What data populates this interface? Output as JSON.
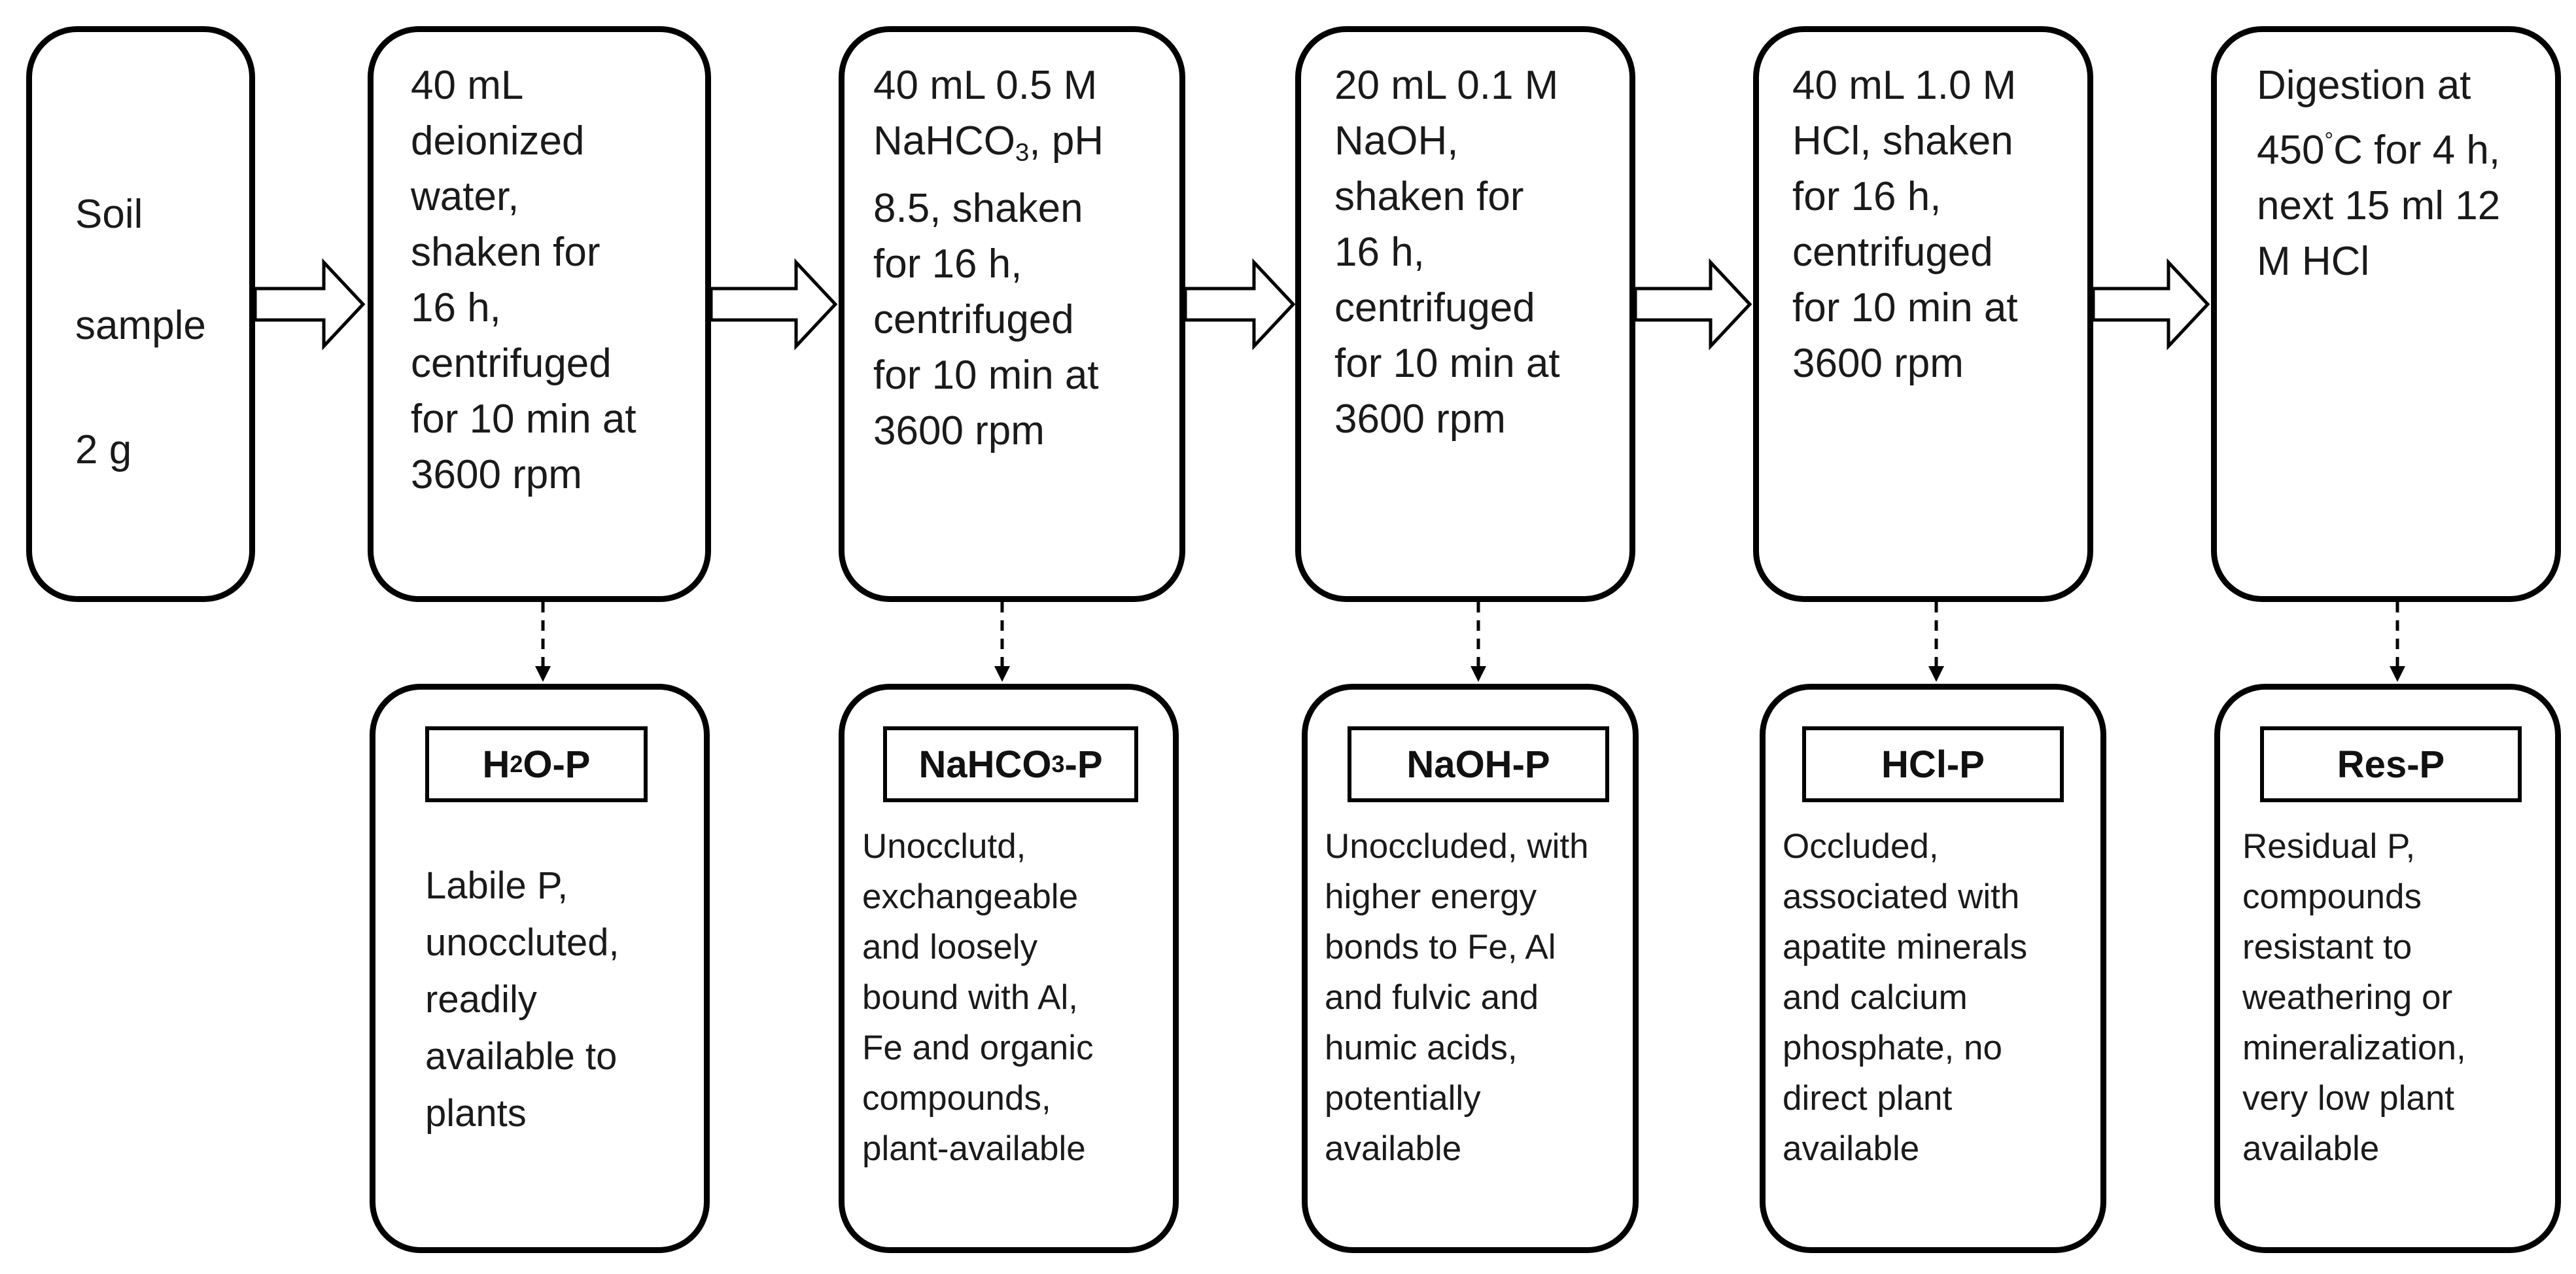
{
  "steps": [
    {
      "id": "soil",
      "lines": {
        "a": "Soil",
        "b": "sample",
        "c": "2 g"
      }
    },
    {
      "id": "water",
      "text": "40 mL\ndeionized\nwater,\nshaken for\n16 h,\ncentrifuged\nfor 10 min at\n3600 rpm"
    },
    {
      "id": "nahco3",
      "t1": "40 mL  0.5 M\nNaHCO",
      "sub": "3",
      "t2": ", pH\n8.5, shaken\nfor 16 h,\ncentrifuged\nfor 10 min at\n3600 rpm"
    },
    {
      "id": "naoh",
      "text": "20 mL  0.1 M\nNaOH,\nshaken for\n16 h,\ncentrifuged\nfor 10 min at\n3600 rpm"
    },
    {
      "id": "hcl",
      "text": "40 mL  1.0 M\nHCl, shaken\nfor 16 h,\ncentrifuged\nfor 10 min at\n3600 rpm"
    },
    {
      "id": "digestion",
      "t1": "Digestion at\n450",
      "sup": "°",
      "t2": "C for 4 h,\nnext 15 ml 12\nM HCl"
    }
  ],
  "fractions": [
    {
      "id": "h2o",
      "l1": "H",
      "lsub": "2",
      "l2": "O-P",
      "desc": "Labile P,\nunoccluted,\nreadily\navailable to\nplants"
    },
    {
      "id": "nahco3",
      "l1": "NaHCO",
      "lsub": "3",
      "l2": "-P",
      "desc": "Unocclutd,\nexchangeable\nand loosely\nbound with Al,\nFe and organic\ncompounds,\nplant-available"
    },
    {
      "id": "naoh",
      "label": "NaOH-P",
      "desc": "Unoccluded, with\nhigher energy\nbonds to Fe, Al\nand fulvic and\nhumic acids,\npotentially\navailable"
    },
    {
      "id": "hcl",
      "label": "HCl-P",
      "desc": "Occluded,\nassociated with\napatite minerals\nand calcium\nphosphate, no\ndirect plant\navailable"
    },
    {
      "id": "res",
      "label": "Res-P",
      "desc": "Residual P,\ncompounds\nresistant to\nweathering or\nmineralization,\nvery low plant\navailable"
    }
  ]
}
